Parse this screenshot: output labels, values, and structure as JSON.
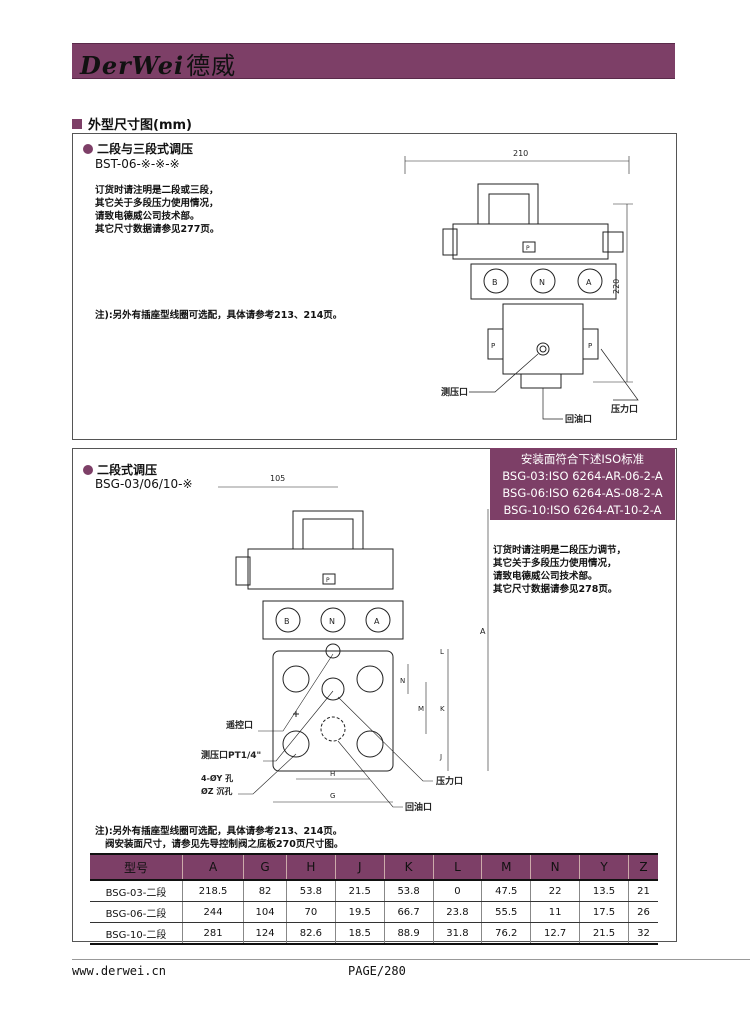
{
  "header": {
    "logo_latin": "DerWei",
    "logo_cn": "德威"
  },
  "section_title": "外型尺寸图(mm)",
  "section1": {
    "title": "二段与三段式调压",
    "model": "BST-06-※-※-※",
    "notes": [
      "订货时请注明是二段或三段，",
      "其它关于多段压力使用情况，",
      "请致电德威公司技术部。",
      "其它尺寸数据请参见277页。"
    ],
    "footnote": "注):另外有插座型线圈可选配，具体请参考213、214页。",
    "drawing": {
      "dim_width": "210",
      "dim_height": "220",
      "port_p": "P",
      "port_b": "B",
      "port_n": "N",
      "port_a": "A",
      "label_gauge": "测压口",
      "label_return": "回油口",
      "label_pressure": "压力口"
    }
  },
  "section2": {
    "title": "二段式调压",
    "model": "BSG-03/06/10-※",
    "iso_box": [
      "安装面符合下述ISO标准",
      "BSG-03:ISO 6264-AR-06-2-A",
      "BSG-06:ISO 6264-AS-08-2-A",
      "BSG-10:ISO 6264-AT-10-2-A"
    ],
    "notes": [
      "订货时请注明是二段压力调节，",
      "其它关于多段压力使用情况，",
      "请致电德威公司技术部。",
      "其它尺寸数据请参见278页。"
    ],
    "footnotes": [
      "注):另外有插座型线圈可选配，具体请参考213、214页。",
      "阀安装面尺寸，请参见先导控制阀之底板270页尺寸图。"
    ],
    "drawing": {
      "dim_105": "105",
      "port_p": "P",
      "port_b": "B",
      "port_n": "N",
      "port_a": "A",
      "dim_a": "A",
      "dim_l": "L",
      "dim_n": "N",
      "dim_m": "M",
      "dim_k": "K",
      "dim_j": "J",
      "dim_h": "H",
      "dim_g": "G",
      "label_remote": "遥控口",
      "label_gauge": "测压口PT1/4\"",
      "label_holes": "4-ØY 孔",
      "label_counterbore": "ØZ 沉孔",
      "label_pressure": "压力口",
      "label_return": "回油口"
    },
    "table": {
      "headers": [
        "型号",
        "A",
        "G",
        "H",
        "J",
        "K",
        "L",
        "M",
        "N",
        "Y",
        "Z"
      ],
      "rows": [
        [
          "BSG-03-二段",
          "218.5",
          "82",
          "53.8",
          "21.5",
          "53.8",
          "0",
          "47.5",
          "22",
          "13.5",
          "21"
        ],
        [
          "BSG-06-二段",
          "244",
          "104",
          "70",
          "19.5",
          "66.7",
          "23.8",
          "55.5",
          "11",
          "17.5",
          "26"
        ],
        [
          "BSG-10-二段",
          "281",
          "124",
          "82.6",
          "18.5",
          "88.9",
          "31.8",
          "76.2",
          "12.7",
          "21.5",
          "32"
        ]
      ]
    }
  },
  "footer": {
    "url": "www.derwei.cn",
    "page": "PAGE/280"
  },
  "colors": {
    "brand": "#7d3f67"
  }
}
